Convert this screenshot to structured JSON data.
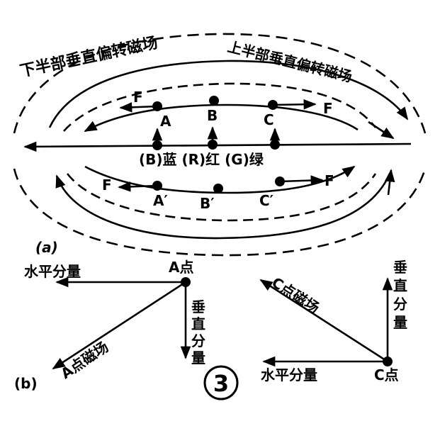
{
  "panel_a": {
    "label": "(a)",
    "top_title": "下半部垂直偏转磁场",
    "upper_title": "上半部垂直偏转磁场",
    "force": "F",
    "gun_labels": "(B)蓝 (R)红 (G)绿",
    "upper_points": [
      "A",
      "B",
      "C"
    ],
    "lower_points": [
      "A′",
      "B′",
      "C′"
    ]
  },
  "panel_b": {
    "label": "(b)",
    "a_point": "A点",
    "a_horizontal": "水平分量",
    "a_vertical": [
      "垂",
      "直",
      "分",
      "量"
    ],
    "a_field": "A点磁场",
    "c_point": "C点",
    "c_horizontal": "水平分量",
    "c_vertical": [
      "垂",
      "直",
      "分",
      "量"
    ],
    "c_field": "C点磁场"
  },
  "figure_number": "3",
  "colors": {
    "ink": "#000000",
    "paper": "#ffffff"
  }
}
